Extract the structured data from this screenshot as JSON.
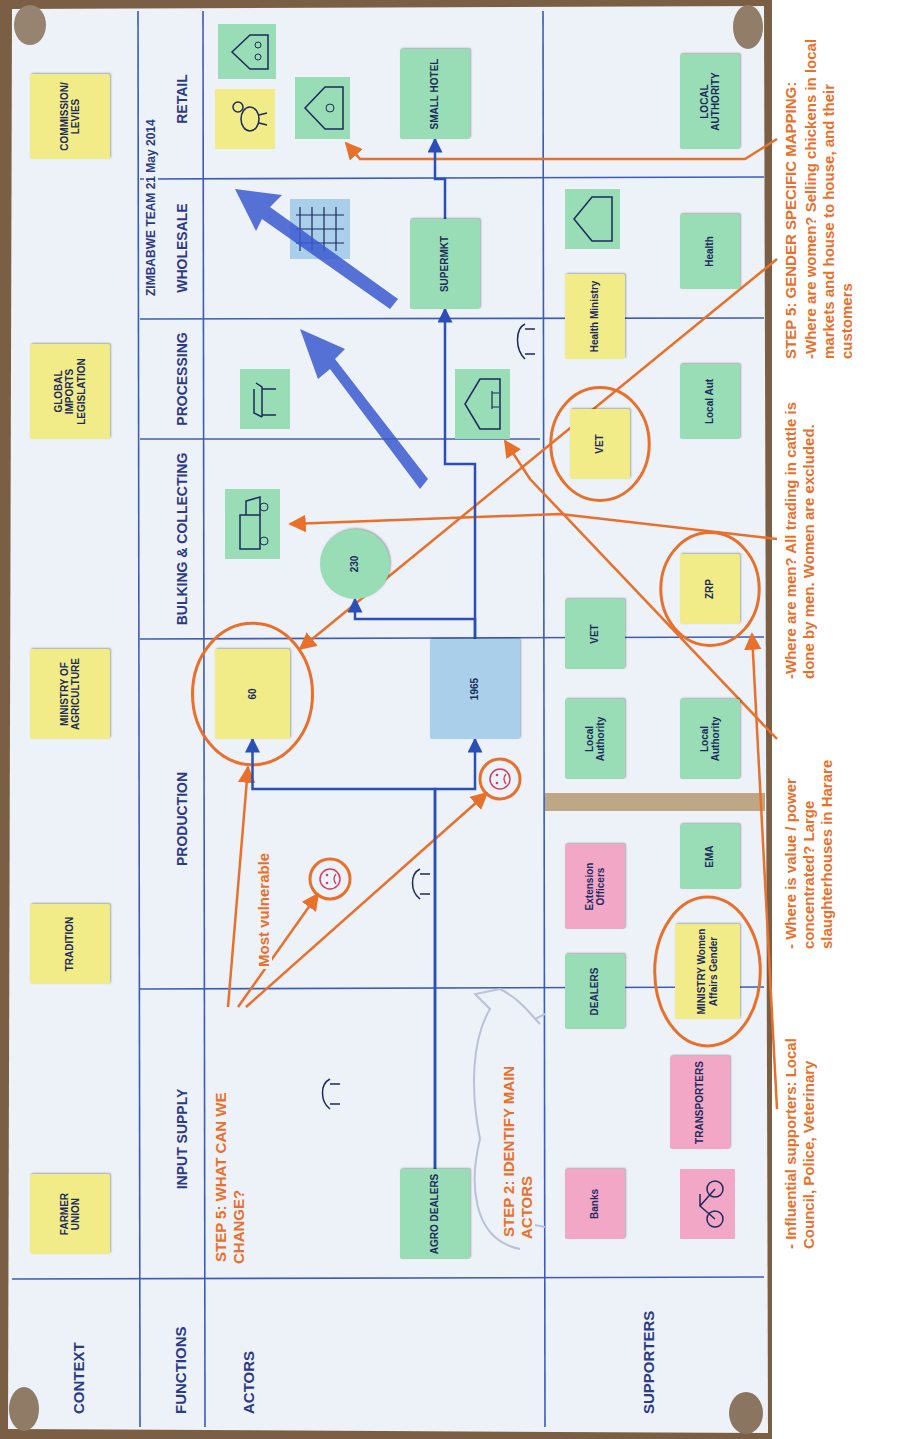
{
  "diagram": {
    "title": "ZIMBABWE TEAM 21 May 2014",
    "nodes": [
      {
        "text": [
          "FARMER UNION"
        ]
      },
      {
        "text": [
          "TRADITION"
        ]
      },
      {
        "text": [
          "MINISTRY OF AGRICULTURE"
        ]
      },
      {
        "text": [
          "GLOBAL IMPORTS",
          "LEGISLATION"
        ]
      },
      {
        "text": [
          "COMMISSION/ LEVIES"
        ]
      },
      {
        "text": [
          "AGRO DEALERS"
        ]
      },
      {
        "text": [
          "60"
        ]
      },
      {
        "text": [
          "230"
        ]
      },
      {
        "text": [
          "1965"
        ]
      },
      {
        "text": [
          "SUPERMKT"
        ]
      },
      {
        "text": [
          "SMALL HOTEL"
        ]
      },
      {
        "text": [
          "Banks"
        ]
      },
      {
        "text": [
          "TRANSPORTERS"
        ]
      },
      {
        "text": [
          "DEALERS"
        ]
      },
      {
        "text": [
          "Extension Officers"
        ]
      },
      {
        "text": [
          "MINISTRY Women Affairs Gender"
        ]
      },
      {
        "text": [
          "Local Authority"
        ]
      },
      {
        "text": [
          "EMA"
        ]
      },
      {
        "text": [
          "VET"
        ]
      },
      {
        "text": [
          "Local Authority"
        ]
      },
      {
        "text": [
          "ZRP"
        ]
      },
      {
        "text": [
          "VET"
        ]
      },
      {
        "text": [
          "Health Ministry"
        ]
      },
      {
        "text": [
          "Local Aut"
        ]
      },
      {
        "text": [
          "Health"
        ]
      },
      {
        "text": [
          "LOCAL AUTHORITY"
        ]
      }
    ],
    "edges": [
      {
        "from": 5,
        "to": 6,
        "arrow": "to"
      },
      {
        "from": 5,
        "to": 8,
        "arrow": "to"
      },
      {
        "from": 8,
        "to": 7,
        "arrow": "to"
      },
      {
        "from": 8,
        "to": 9,
        "arrow": "to"
      },
      {
        "from": 9,
        "to": 10,
        "arrow": "to"
      }
    ],
    "labels": [
      "CONTEXT",
      "FUNCTIONS",
      "INPUT SUPPLY",
      "PRODUCTION",
      "BULKING & COLLECTING",
      "PROCESSING",
      "WHOLESALE",
      "RETAIL",
      "ACTORS",
      "SUPPORTERS",
      "STEP 5: WHAT CAN WE CHANGE?",
      "Most vulnerable",
      "STEP 2: IDENTIFY MAIN ACTORS",
      "STEP 5: GENDER SPECIFIC MAPPING:",
      "-Where are women? Selling chickens in local markets and house to house, and their customers",
      "-Where are men? All trading in cattle is done by men. Women are excluded.",
      "- Where is value / power concentrated? Large slaughterhouses in Harare",
      "- Influential supporters: Local Council, Police, Veterinary"
    ]
  }
}
